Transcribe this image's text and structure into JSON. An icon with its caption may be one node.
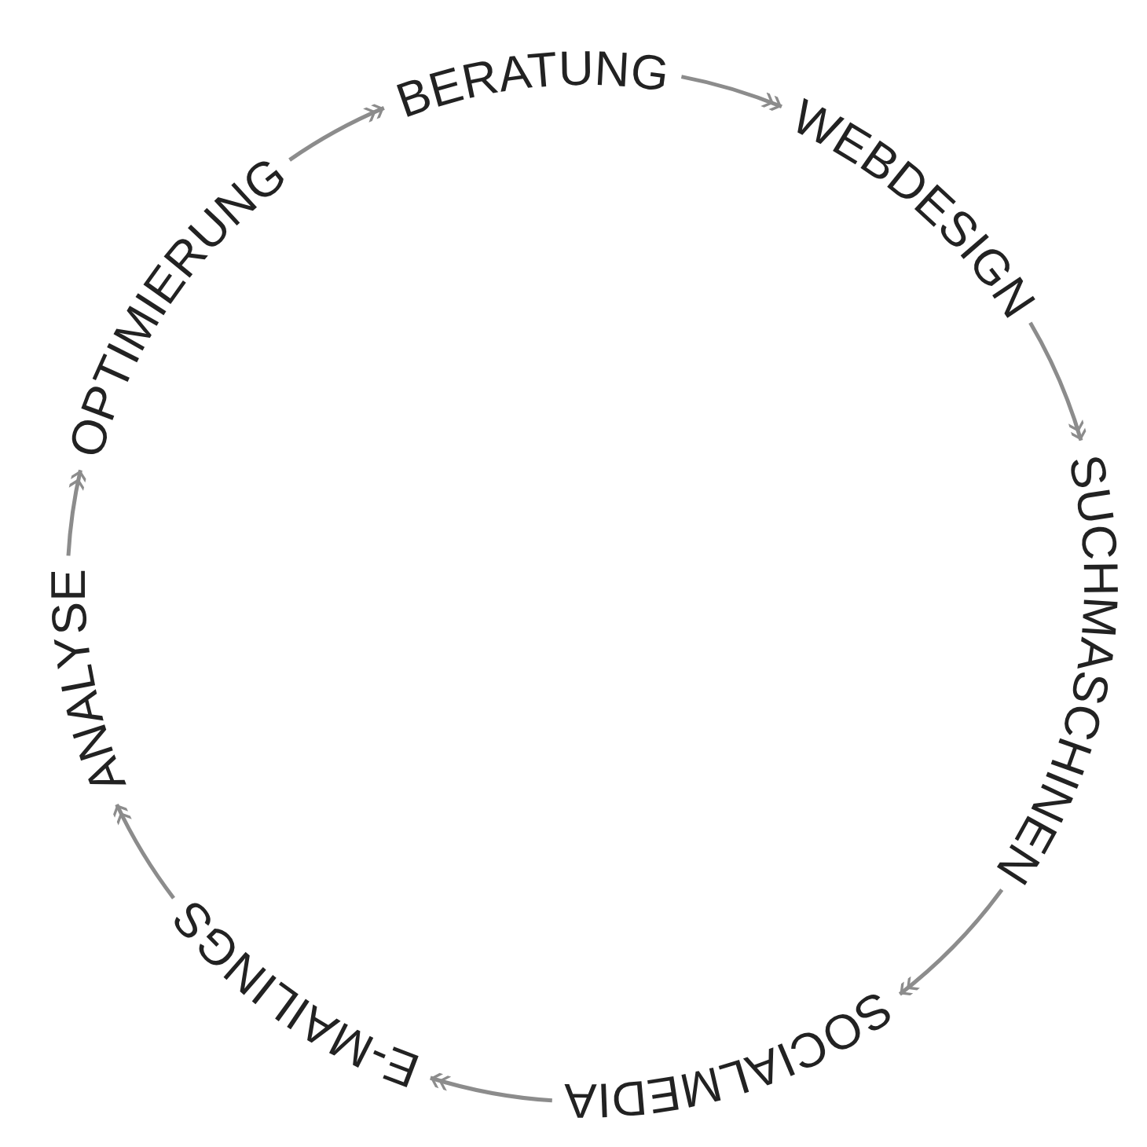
{
  "diagram": {
    "nodes": [
      {
        "text": [
          "BERATUNG"
        ]
      },
      {
        "text": [
          "WEBDESIGN"
        ]
      },
      {
        "text": [
          "SUCHMASCHINEN"
        ]
      },
      {
        "text": [
          "SOCIALMEDIA"
        ]
      },
      {
        "text": [
          "E-MAILINGS"
        ]
      },
      {
        "text": [
          "ANALYSE"
        ]
      },
      {
        "text": [
          "OPTIMIERUNG"
        ]
      }
    ],
    "edges": [
      {
        "from": 0,
        "to": 1,
        "arrow": "to"
      },
      {
        "from": 1,
        "to": 2,
        "arrow": "to"
      },
      {
        "from": 2,
        "to": 3,
        "arrow": "to"
      },
      {
        "from": 3,
        "to": 4,
        "arrow": "to"
      },
      {
        "from": 4,
        "to": 5,
        "arrow": "to"
      },
      {
        "from": 5,
        "to": 6,
        "arrow": "to"
      },
      {
        "from": 6,
        "to": 0,
        "arrow": "to"
      }
    ]
  }
}
